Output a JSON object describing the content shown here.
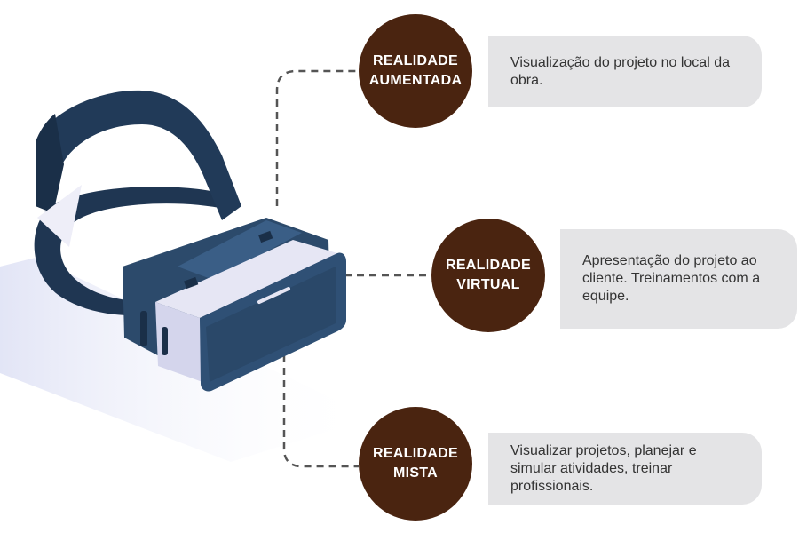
{
  "colors": {
    "circle_fill": "#4a2410",
    "box_fill": "#e4e4e6",
    "connector": "#555555",
    "headset_body": "#2c4a6b",
    "headset_band": "#1f3652",
    "headset_face": "#e6e6f4",
    "floor_shadow": "#e7e9f7"
  },
  "items": [
    {
      "title_line1": "REALIDADE",
      "title_line2": "AUMENTADA",
      "description": "Visualização do projeto no local da obra."
    },
    {
      "title_line1": "REALIDADE",
      "title_line2": "VIRTUAL",
      "description": "Apresentação do projeto ao cliente. Treinamentos com a equipe."
    },
    {
      "title_line1": "REALIDADE",
      "title_line2": "MISTA",
      "description": "Visualizar projetos, planejar e simular atividades, treinar profissionais."
    }
  ],
  "illustration": {
    "icon": "vr-headset-icon"
  }
}
